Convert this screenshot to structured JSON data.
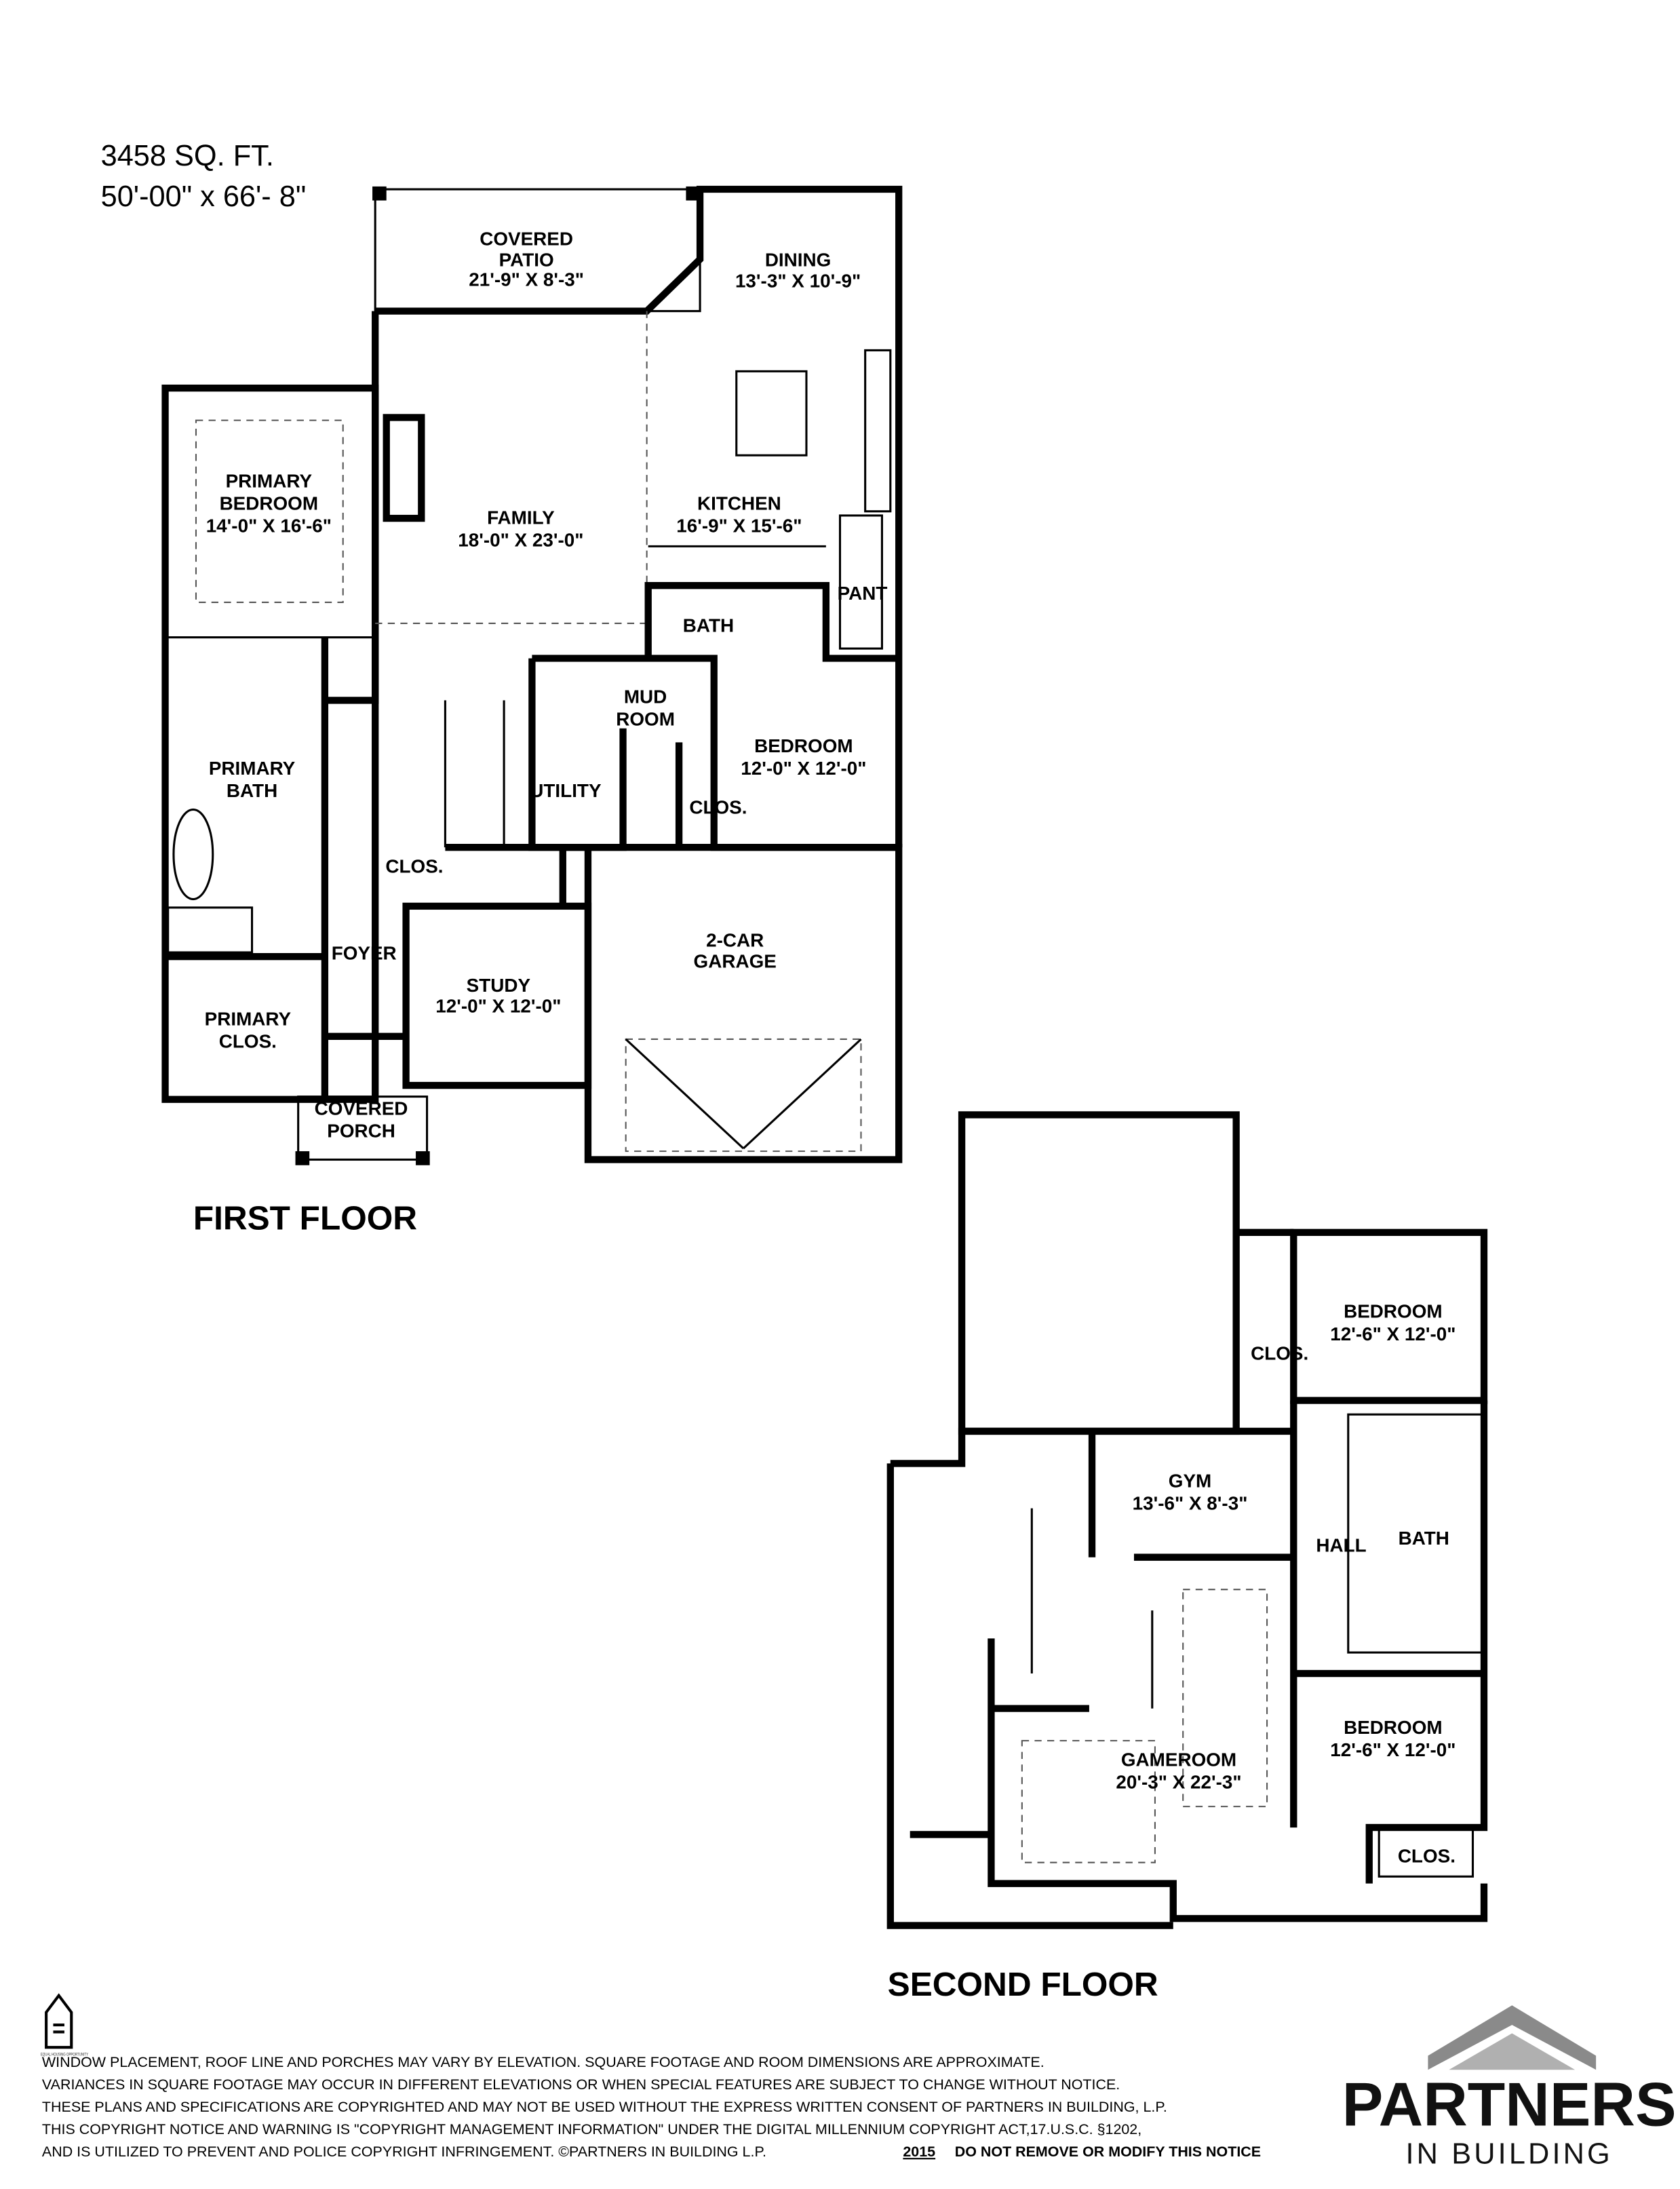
{
  "header": {
    "sqft": "3458 SQ. FT.",
    "dimensions": "50'-00\" x 66'- 8\""
  },
  "first_floor": {
    "title": "FIRST FLOOR",
    "rooms": [
      {
        "name": "COVERED",
        "name2": "PATIO",
        "size": "21'-9\" X 8'-3\""
      },
      {
        "name": "DINING",
        "size": "13'-3\" X 10'-9\""
      },
      {
        "name": "PRIMARY",
        "name2": "BEDROOM",
        "size": "14'-0\" X 16'-6\""
      },
      {
        "name": "FAMILY",
        "size": "18'-0\" X 23'-0\""
      },
      {
        "name": "KITCHEN",
        "size": "16'-9\" X 15'-6\""
      },
      {
        "name": "PANT"
      },
      {
        "name": "BATH"
      },
      {
        "name": "MUD",
        "name2": "ROOM"
      },
      {
        "name": "BEDROOM",
        "size": "12'-0\" X 12'-0\""
      },
      {
        "name": "PRIMARY",
        "name2": "BATH"
      },
      {
        "name": "UTILITY"
      },
      {
        "name": "CLOS."
      },
      {
        "name": "CLOS."
      },
      {
        "name": "2-CAR",
        "name2": "GARAGE"
      },
      {
        "name": "FOYER"
      },
      {
        "name": "STUDY",
        "size": "12'-0\" X 12'-0\""
      },
      {
        "name": "PRIMARY",
        "name2": "CLOS."
      },
      {
        "name": "COVERED",
        "name2": "PORCH"
      }
    ]
  },
  "second_floor": {
    "title": "SECOND FLOOR",
    "rooms": [
      {
        "name": "BEDROOM",
        "size": "12'-6\" X 12'-0\""
      },
      {
        "name": "CLOS."
      },
      {
        "name": "GYM",
        "size": "13'-6\" X 8'-3\""
      },
      {
        "name": "HALL"
      },
      {
        "name": "BATH"
      },
      {
        "name": "BEDROOM",
        "size": "12'-6\" X 12'-0\""
      },
      {
        "name": "GAMEROOM",
        "size": "20'-3\" X 22'-3\""
      },
      {
        "name": "CLOS."
      }
    ]
  },
  "footer": {
    "disclaimer": [
      "WINDOW PLACEMENT, ROOF LINE AND PORCHES MAY VARY BY ELEVATION.  SQUARE FOOTAGE AND ROOM DIMENSIONS ARE APPROXIMATE.",
      "VARIANCES IN SQUARE FOOTAGE MAY OCCUR IN DIFFERENT ELEVATIONS OR  WHEN SPECIAL FEATURES ARE SUBJECT TO CHANGE WITHOUT NOTICE.",
      "THESE PLANS AND SPECIFICATIONS ARE COPYRIGHTED AND MAY NOT BE USED WITHOUT THE EXPRESS WRITTEN CONSENT OF PARTNERS IN BUILDING, L.P.",
      "THIS COPYRIGHT NOTICE AND WARNING IS \"COPYRIGHT MANAGEMENT INFORMATION\" UNDER THE DIGITAL MILLENNIUM COPYRIGHT ACT,17.U.S.C.       §1202,",
      "AND IS UTILIZED TO PREVENT AND POLICE COPYRIGHT INFRINGEMENT.  ©PARTNERS IN BUILDING L.P."
    ],
    "year": "2015",
    "notice": "DO NOT REMOVE OR MODIFY THIS NOTICE",
    "eho_text": "EQUAL HOUSING OPPORTUNITY"
  },
  "logo": {
    "line1": "PARTNERS",
    "line2": "IN BUILDING",
    "colors": [
      "#8a8a8a",
      "#b0b0b0"
    ]
  }
}
